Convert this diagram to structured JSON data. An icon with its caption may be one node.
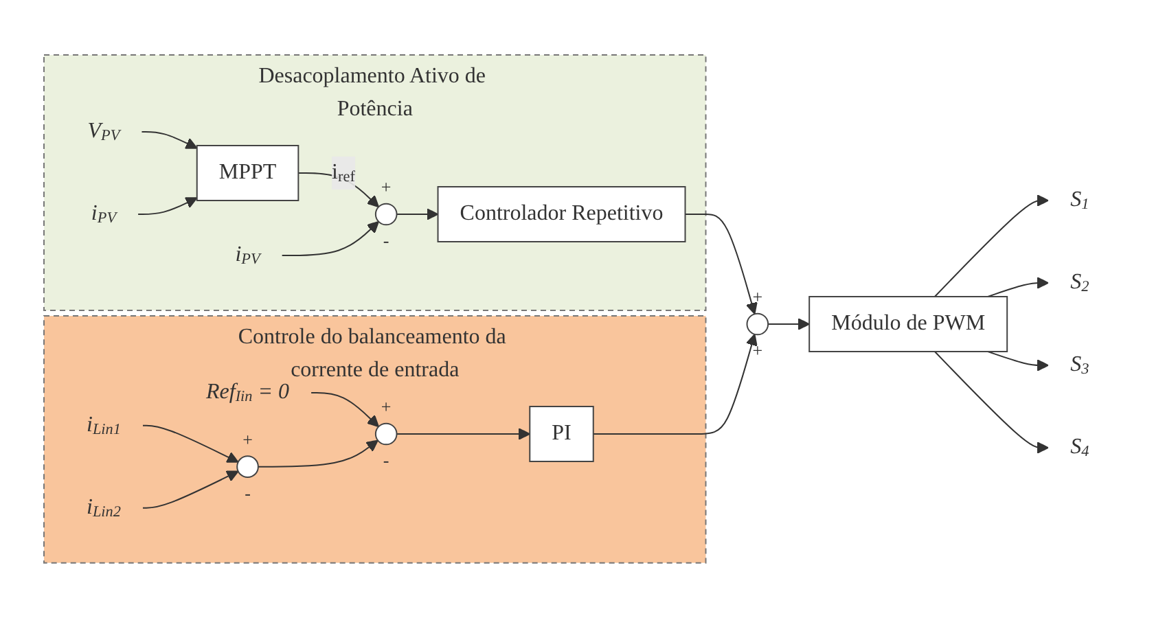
{
  "diagram": {
    "nodes": [
      {
        "text": [
          "Desacoplamento Ativo de Potência"
        ]
      },
      {
        "text": [
          "V$_{PV}$"
        ],
        "in": 0
      },
      {
        "text": [
          "i$_{PV}$"
        ],
        "in": 0
      },
      {
        "text": [
          "MPPT"
        ],
        "in": 0
      },
      {
        "text": [],
        "shape": "circle",
        "in": 0,
        "beside": [
          "+",
          "-"
        ]
      },
      {
        "text": [
          "i$_{PV}$"
        ],
        "in": 0
      },
      {
        "text": [
          "Controlador Repetitivo"
        ],
        "in": 0
      },
      {
        "text": [],
        "shape": "circle",
        "beside": [
          "+",
          "+"
        ]
      },
      {
        "text": [
          "Módulo de PWM"
        ]
      },
      {
        "text": [
          "S$_{1}$"
        ]
      },
      {
        "text": [
          "S$_{2}$"
        ]
      },
      {
        "text": [
          "S$_{3}$"
        ]
      },
      {
        "text": [
          "S$_{4}$"
        ]
      },
      {
        "text": [
          "Controle do balanceamento da corrente de entrada"
        ]
      },
      {
        "text": [
          "Ref$_{Iin}$ = 0"
        ],
        "in": 13
      },
      {
        "text": [],
        "shape": "circle",
        "in": 13,
        "beside": [
          "+",
          "-"
        ]
      },
      {
        "text": [
          "PI"
        ],
        "in": 13
      },
      {
        "text": [
          "i$_{Lin1}$"
        ],
        "in": 13
      },
      {
        "text": [],
        "shape": "circle",
        "in": 13,
        "beside": [
          "+",
          "-"
        ]
      },
      {
        "text": [
          "i$_{Lin2}$"
        ],
        "in": 13
      }
    ],
    "edges": [
      {
        "from": 1,
        "to": 3,
        "arrow": "to"
      },
      {
        "from": 2,
        "to": 3,
        "arrow": "to"
      },
      {
        "from": 3,
        "to": 4,
        "arrow": "to",
        "label": "i$_{ref}$"
      },
      {
        "from": 5,
        "to": 4,
        "arrow": "to"
      },
      {
        "from": 4,
        "to": 6,
        "arrow": "to"
      },
      {
        "from": 6,
        "to": 7,
        "arrow": "to"
      },
      {
        "from": 16,
        "to": 7,
        "arrow": "to"
      },
      {
        "from": 7,
        "to": 8,
        "arrow": "to"
      },
      {
        "from": 8,
        "to": 9,
        "arrow": "to"
      },
      {
        "from": 8,
        "to": 10,
        "arrow": "to"
      },
      {
        "from": 8,
        "to": 11,
        "arrow": "to"
      },
      {
        "from": 8,
        "to": 12,
        "arrow": "to"
      },
      {
        "from": 14,
        "to": 15,
        "arrow": "to"
      },
      {
        "from": 15,
        "to": 16,
        "arrow": "to"
      },
      {
        "from": 17,
        "to": 18,
        "arrow": "to"
      },
      {
        "from": 19,
        "to": 18,
        "arrow": "to"
      },
      {
        "from": 18,
        "to": 15,
        "arrow": "to"
      }
    ]
  }
}
